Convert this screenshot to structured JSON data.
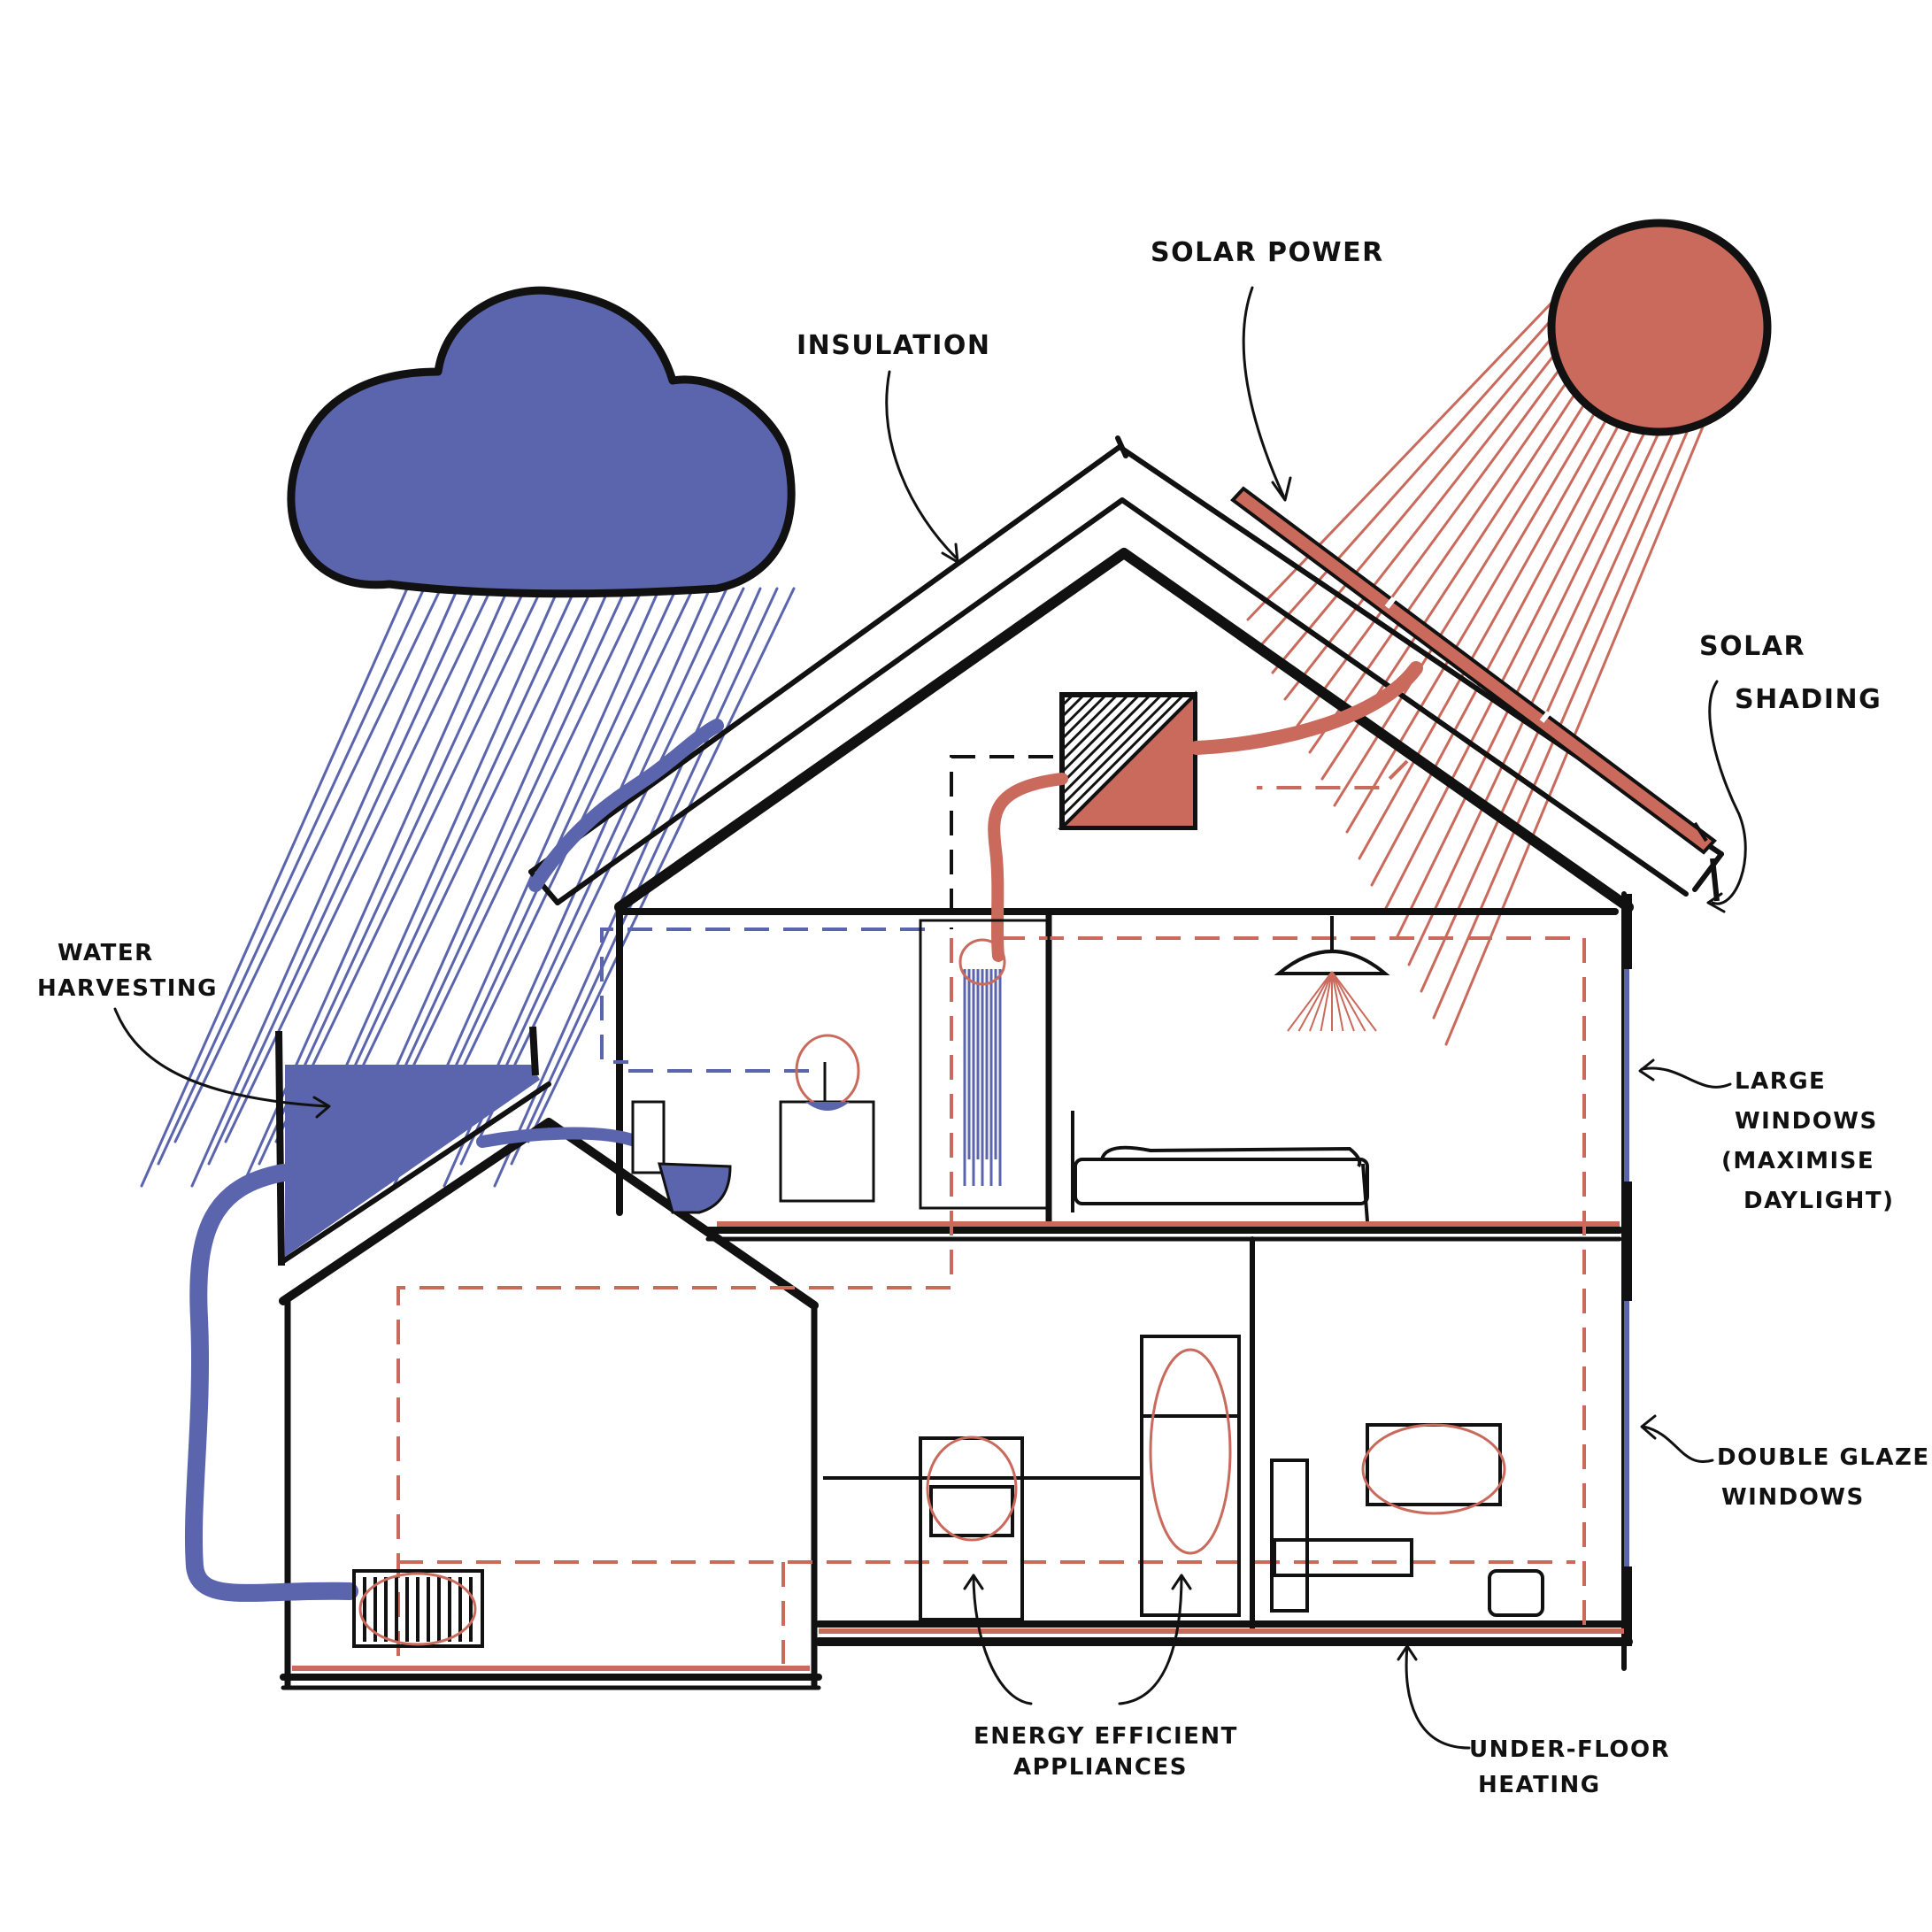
{
  "colors": {
    "ink": "#111111",
    "blue": "#5b65ad",
    "red": "#c96a5c",
    "background": "#ffffff"
  },
  "labels": {
    "solar_power": "SOLAR POWER",
    "insulation": "INSULATION",
    "solar_shading": [
      "SOLAR",
      "SHADING"
    ],
    "water_harvesting": [
      "WATER",
      "HARVESTING"
    ],
    "large_windows": [
      "LARGE",
      "WINDOWS",
      "(MAXIMISE",
      "DAYLIGHT)"
    ],
    "double_glazed": [
      "DOUBLE GLAZED",
      "WINDOWS"
    ],
    "energy_efficient": [
      "ENERGY EFFICIENT",
      "APPLIANCES"
    ],
    "under_floor": [
      "UNDER-FLOOR",
      "HEATING"
    ]
  },
  "icons": [
    "cloud-icon",
    "sun-icon",
    "solar-panel-icon",
    "heat-exchanger-icon",
    "ceiling-lamp-icon",
    "shower-icon",
    "sink-icon",
    "toilet-icon",
    "bed-icon",
    "fridge-icon",
    "oven-icon",
    "tv-icon",
    "chair-icon",
    "radiator-icon",
    "water-tank-icon"
  ]
}
